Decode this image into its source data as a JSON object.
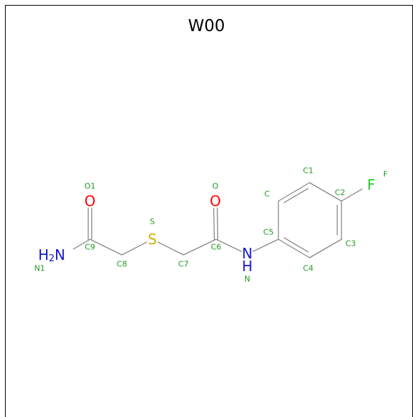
{
  "title": "W00",
  "colors": {
    "bond": "#888888",
    "carbon_label": "#1e9a1e",
    "oxygen": "#ff0000",
    "nitrogen": "#1515cc",
    "sulfur": "#c8b400",
    "fluorine": "#22cc22"
  },
  "atoms": {
    "O1": {
      "symbol": "O",
      "label": "O1"
    },
    "N1": {
      "symbol": "H2N",
      "label": "N1"
    },
    "C9": {
      "label": "C9"
    },
    "C8": {
      "label": "C8"
    },
    "S": {
      "symbol": "S",
      "label": "S"
    },
    "C7": {
      "label": "C7"
    },
    "C6": {
      "label": "C6"
    },
    "O": {
      "symbol": "O",
      "label": "O"
    },
    "N": {
      "symbol": "N",
      "symbol_h": "H",
      "label": "N"
    },
    "C5": {
      "label": "C5"
    },
    "C": {
      "label": "C"
    },
    "C1": {
      "label": "C1"
    },
    "C2": {
      "label": "C2"
    },
    "F": {
      "symbol": "F",
      "label": "F"
    },
    "C3": {
      "label": "C3"
    },
    "C4": {
      "label": "C4"
    }
  },
  "bonds": [
    {
      "from": "N1",
      "to": "C9",
      "order": 1
    },
    {
      "from": "C9",
      "to": "O1",
      "order": 2
    },
    {
      "from": "C9",
      "to": "C8",
      "order": 1
    },
    {
      "from": "C8",
      "to": "S",
      "order": 1
    },
    {
      "from": "S",
      "to": "C7",
      "order": 1
    },
    {
      "from": "C7",
      "to": "C6",
      "order": 1
    },
    {
      "from": "C6",
      "to": "O",
      "order": 2
    },
    {
      "from": "C6",
      "to": "N",
      "order": 1
    },
    {
      "from": "N",
      "to": "C5",
      "order": 1
    },
    {
      "from": "C5",
      "to": "C",
      "order": 1
    },
    {
      "from": "C",
      "to": "C1",
      "order": 2
    },
    {
      "from": "C1",
      "to": "C2",
      "order": 1
    },
    {
      "from": "C2",
      "to": "C3",
      "order": 2
    },
    {
      "from": "C3",
      "to": "C4",
      "order": 1
    },
    {
      "from": "C4",
      "to": "C5",
      "order": 2
    },
    {
      "from": "C2",
      "to": "F",
      "order": 1
    }
  ]
}
